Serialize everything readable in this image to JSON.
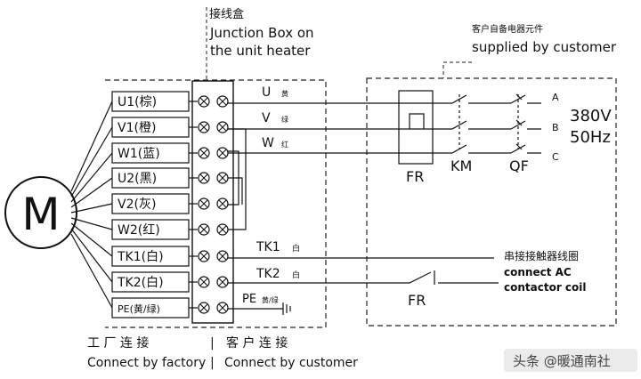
{
  "junction_box": {
    "title_cn": "接线盒",
    "title_en_1": "Junction Box on",
    "title_en_2": "the unit heater"
  },
  "customer_supply": {
    "title_cn": "客户自备电器元件",
    "title_en": "supplied by customer"
  },
  "motor": {
    "label": "M"
  },
  "factory_terminals": [
    "U1(棕)",
    "V1(橙)",
    "W1(蓝)",
    "U2(黑)",
    "V2(灰)",
    "W2(红)",
    "TK1(白)",
    "TK2(白)",
    "PE(黄/绿)"
  ],
  "customer_wires": [
    {
      "label": "U",
      "color_cn": "黄"
    },
    {
      "label": "V",
      "color_cn": "绿"
    },
    {
      "label": "W",
      "color_cn": "红"
    }
  ],
  "thermal_labels": [
    "TK1",
    "TK2"
  ],
  "thermal_marks": [
    "白",
    "白"
  ],
  "pe_label": "PE",
  "pe_mark": "黄/绿",
  "phases": [
    "A",
    "B",
    "C"
  ],
  "supply_voltage": "380V",
  "supply_freq": "50Hz",
  "components": {
    "fr": "FR",
    "km": "KM",
    "qf": "QF",
    "fr_contact": "FR"
  },
  "coil_note": {
    "cn": "串接接触器线圈",
    "en_1": "connect AC",
    "en_2": "contactor coil"
  },
  "footer": {
    "factory_cn": "工 厂 连 接",
    "factory_en": "Connect by factory",
    "divider": "|",
    "customer_cn": "客 户 连 接",
    "customer_en": "Connect by customer"
  },
  "watermark": "头条 @暖通南社"
}
